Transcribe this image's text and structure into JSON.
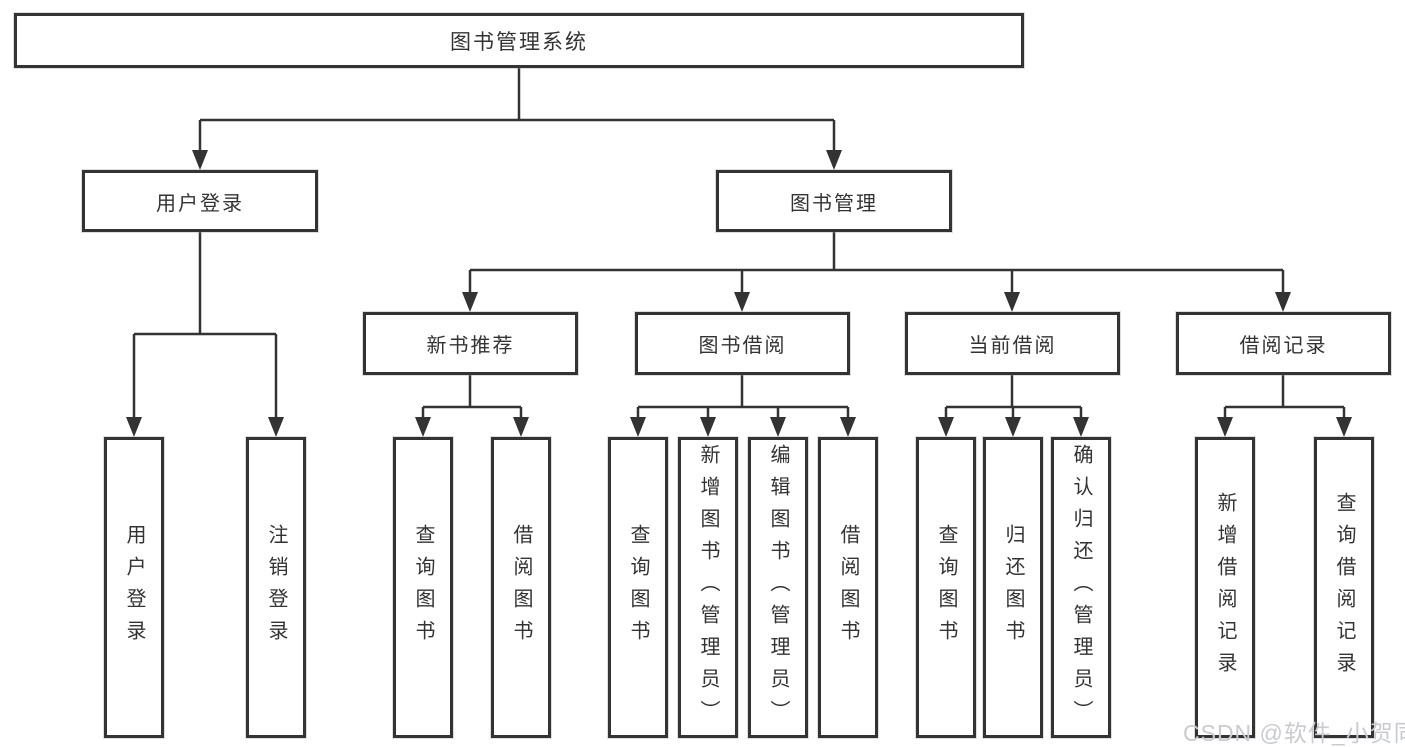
{
  "tree": {
    "label": "图书管理系统",
    "children": [
      {
        "label": "用户登录",
        "children": [
          {
            "label": "用户登录"
          },
          {
            "label": "注销登录"
          }
        ]
      },
      {
        "label": "图书管理",
        "children": [
          {
            "label": "新书推荐",
            "children": [
              {
                "label": "查询图书"
              },
              {
                "label": "借阅图书"
              }
            ]
          },
          {
            "label": "图书借阅",
            "children": [
              {
                "label": "查询图书"
              },
              {
                "label": "新增图书（管理员）"
              },
              {
                "label": "编辑图书（管理员）"
              },
              {
                "label": "借阅图书"
              }
            ]
          },
          {
            "label": "当前借阅",
            "children": [
              {
                "label": "查询图书"
              },
              {
                "label": "归还图书"
              },
              {
                "label": "确认归还（管理员）"
              }
            ]
          },
          {
            "label": "借阅记录",
            "children": [
              {
                "label": "新增借阅记录"
              },
              {
                "label": "查询借阅记录"
              }
            ]
          }
        ]
      }
    ]
  },
  "watermark": "CSDN @软件_小贺同学",
  "colors": {
    "line": "#333333",
    "box_border": "#333333",
    "text": "#333333",
    "watermark": "#c9cbd1",
    "background": "#ffffff"
  }
}
